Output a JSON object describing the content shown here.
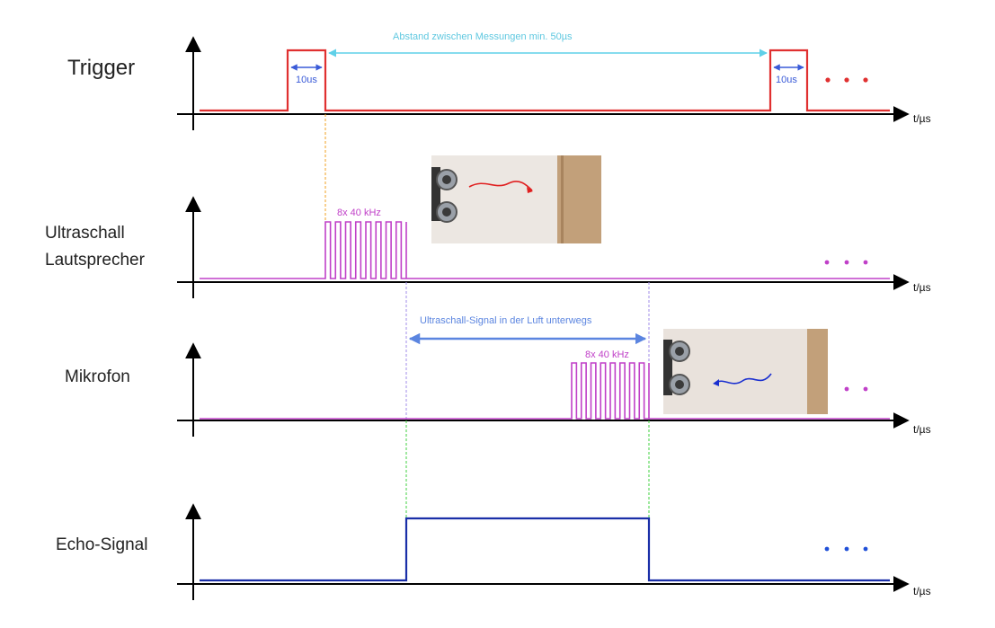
{
  "rows": {
    "trigger": {
      "label": "Trigger",
      "color": "#e03030",
      "pulse_label": "10us"
    },
    "speaker": {
      "label_line1": "Ultraschall",
      "label_line2": "Lautsprecher",
      "color": "#c040c8",
      "burst_label": "8x 40 kHz"
    },
    "mic": {
      "label": "Mikrofon",
      "color": "#c040c8",
      "burst_label": "8x 40 kHz"
    },
    "echo": {
      "label": "Echo-Signal",
      "color": "#1a2fa8"
    }
  },
  "annotations": {
    "spacing": "Abstand zwischen Messungen min. 50µs",
    "travel": "Ultraschall-Signal in der Luft unterwegs"
  },
  "axis_unit": "t/µs",
  "colors": {
    "axis": "#000000",
    "spacing_arrow": "#5fd0e8",
    "travel_arrow": "#5b85e0",
    "pulse_arrow": "#3a5bd8",
    "guide_orange": "#f0a020",
    "guide_violet": "#a08ce8",
    "guide_green": "#40d040"
  },
  "icons": {
    "photo_1": "ultrasonic-sensor-photo-icon",
    "photo_2": "ultrasonic-sensor-photo-icon"
  }
}
